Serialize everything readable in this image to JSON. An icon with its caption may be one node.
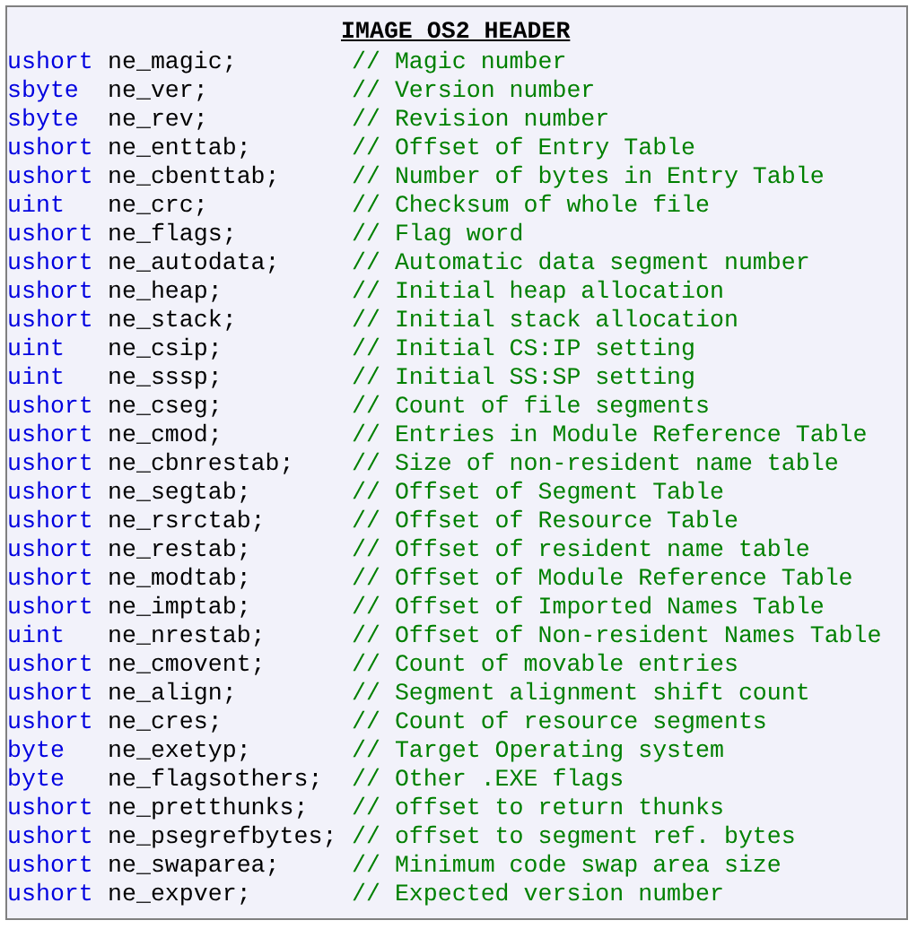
{
  "diagram": {
    "title": "IMAGE OS2 HEADER",
    "labels": [
      "ushort",
      "ne_magic;",
      "// Magic number",
      "sbyte",
      "ne_ver;",
      "// Version number",
      "sbyte",
      "ne_rev;",
      "// Revision number",
      "ushort",
      "ne_enttab;",
      "// Offset of Entry Table",
      "ushort",
      "ne_cbenttab;",
      "// Number of bytes in Entry Table",
      "uint",
      "ne_crc;",
      "// Checksum of whole file",
      "ushort",
      "ne_flags;",
      "// Flag word",
      "ushort",
      "ne_autodata;",
      "// Automatic data segment number",
      "ushort",
      "ne_heap;",
      "// Initial heap allocation",
      "ushort",
      "ne_stack;",
      "// Initial stack allocation",
      "uint",
      "ne_csip;",
      "// Initial CS:IP setting",
      "uint",
      "ne_sssp;",
      "// Initial SS:SP setting",
      "ushort",
      "ne_cseg;",
      "// Count of file segments",
      "ushort",
      "ne_cmod;",
      "// Entries in Module Reference Table",
      "ushort",
      "ne_cbnrestab;",
      "// Size of non-resident name table",
      "ushort",
      "ne_segtab;",
      "// Offset of Segment Table",
      "ushort",
      "ne_rsrctab;",
      "// Offset of Resource Table",
      "ushort",
      "ne_restab;",
      "// Offset of resident name table",
      "ushort",
      "ne_modtab;",
      "// Offset of Module Reference Table",
      "ushort",
      "ne_imptab;",
      "// Offset of Imported Names Table",
      "uint",
      "ne_nrestab;",
      "// Offset of Non-resident Names Table",
      "ushort",
      "ne_cmovent;",
      "// Count of movable entries",
      "ushort",
      "ne_align;",
      "// Segment alignment shift count",
      "ushort",
      "ne_cres;",
      "// Count of resource segments",
      "byte",
      "ne_exetyp;",
      "// Target Operating system",
      "byte",
      "ne_flagsothers;",
      "// Other .EXE flags",
      "ushort",
      "ne_pretthunks;",
      "// offset to return thunks",
      "ushort",
      "ne_psegrefbytes;",
      "// offset to segment ref. bytes",
      "ushort",
      "ne_swaparea;",
      "// Minimum code swap area size",
      "ushort",
      "ne_expver;",
      "// Expected version number"
    ]
  }
}
